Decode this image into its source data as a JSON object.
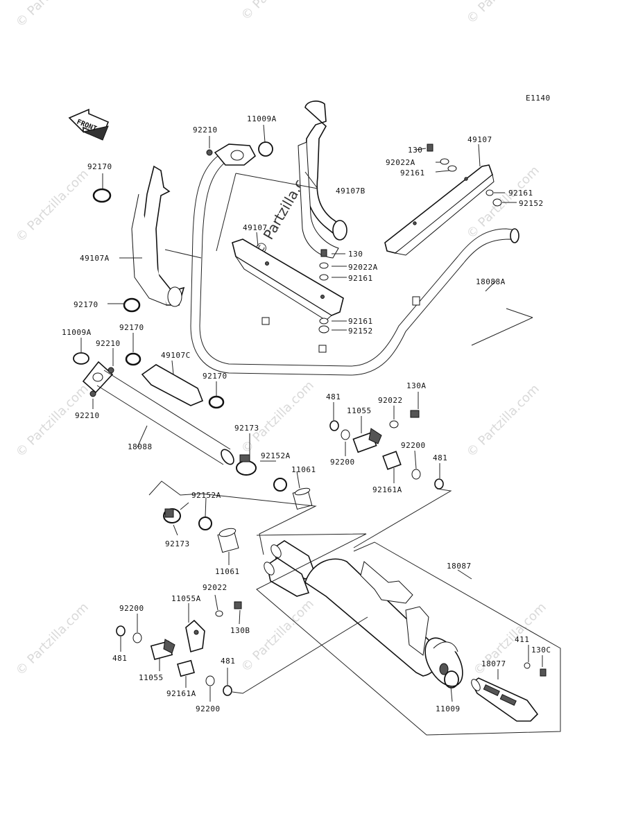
{
  "diagram": {
    "code": "E1140",
    "front_label": "FRONT",
    "watermark_text": "© Partzilla.com",
    "labels": [
      {
        "id": "l1",
        "text": "92210"
      },
      {
        "id": "l2",
        "text": "11009A"
      },
      {
        "id": "l3",
        "text": "92170"
      },
      {
        "id": "l4",
        "text": "49107B"
      },
      {
        "id": "l5",
        "text": "49107"
      },
      {
        "id": "l6",
        "text": "130"
      },
      {
        "id": "l7",
        "text": "92022A"
      },
      {
        "id": "l8",
        "text": "92161"
      },
      {
        "id": "l9",
        "text": "92161"
      },
      {
        "id": "l10",
        "text": "92152"
      },
      {
        "id": "l11",
        "text": "49107"
      },
      {
        "id": "l12",
        "text": "130"
      },
      {
        "id": "l13",
        "text": "92022A"
      },
      {
        "id": "l14",
        "text": "92161"
      },
      {
        "id": "l15",
        "text": "49107A"
      },
      {
        "id": "l16",
        "text": "18088A"
      },
      {
        "id": "l17",
        "text": "92170"
      },
      {
        "id": "l18",
        "text": "92161"
      },
      {
        "id": "l19",
        "text": "92152"
      },
      {
        "id": "l20",
        "text": "11009A"
      },
      {
        "id": "l21",
        "text": "92170"
      },
      {
        "id": "l22",
        "text": "92210"
      },
      {
        "id": "l23",
        "text": "49107C"
      },
      {
        "id": "l24",
        "text": "92170"
      },
      {
        "id": "l25",
        "text": "92210"
      },
      {
        "id": "l26",
        "text": "481"
      },
      {
        "id": "l27",
        "text": "92022"
      },
      {
        "id": "l28",
        "text": "130A"
      },
      {
        "id": "l29",
        "text": "11055"
      },
      {
        "id": "l30",
        "text": "18088"
      },
      {
        "id": "l31",
        "text": "92173"
      },
      {
        "id": "l32",
        "text": "92152A"
      },
      {
        "id": "l33",
        "text": "11061"
      },
      {
        "id": "l34",
        "text": "92200"
      },
      {
        "id": "l35",
        "text": "92200"
      },
      {
        "id": "l36",
        "text": "481"
      },
      {
        "id": "l37",
        "text": "92161A"
      },
      {
        "id": "l38",
        "text": "92152A"
      },
      {
        "id": "l39",
        "text": "92173"
      },
      {
        "id": "l40",
        "text": "11061"
      },
      {
        "id": "l41",
        "text": "18087"
      },
      {
        "id": "l42",
        "text": "92022"
      },
      {
        "id": "l43",
        "text": "11055A"
      },
      {
        "id": "l44",
        "text": "92200"
      },
      {
        "id": "l45",
        "text": "130B"
      },
      {
        "id": "l46",
        "text": "481"
      },
      {
        "id": "l47",
        "text": "11055"
      },
      {
        "id": "l48",
        "text": "481"
      },
      {
        "id": "l49",
        "text": "92161A"
      },
      {
        "id": "l50",
        "text": "92200"
      },
      {
        "id": "l51",
        "text": "411"
      },
      {
        "id": "l52",
        "text": "130C"
      },
      {
        "id": "l53",
        "text": "18077"
      },
      {
        "id": "l54",
        "text": "11009"
      }
    ]
  }
}
